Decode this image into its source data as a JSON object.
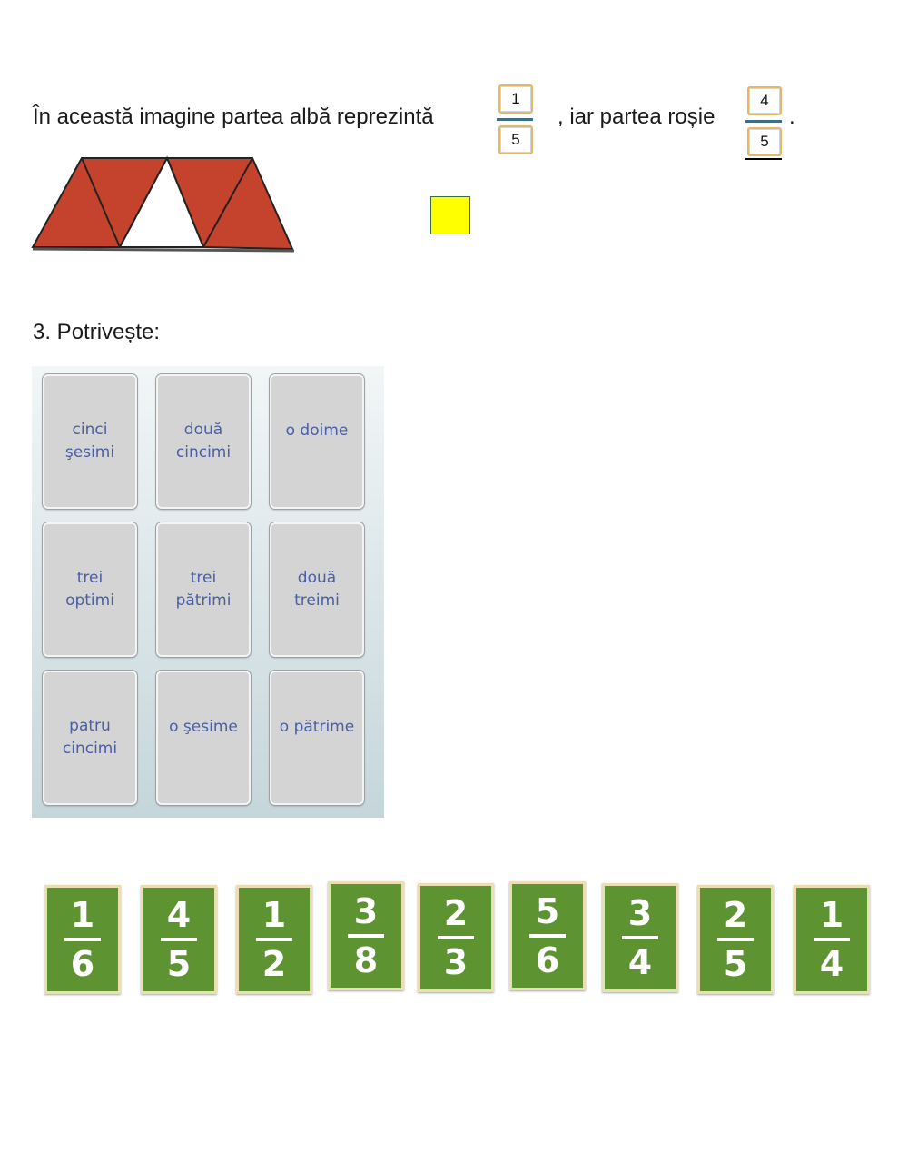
{
  "sentence": {
    "part1": "În această imagine partea albă reprezintă",
    "part2": ", iar partea roșie",
    "part3": "."
  },
  "fractions": {
    "white": {
      "numerator": "1",
      "denominator": "5"
    },
    "red": {
      "numerator": "4",
      "denominator": "5"
    }
  },
  "colors": {
    "red_triangle": "#c5432c",
    "tile_green": "#5e9331",
    "drop_box": "#ffff00",
    "card_text": "#4a5ea3"
  },
  "section_title": "3. Potrivește:",
  "cards": [
    {
      "line1": "cinci",
      "line2": "şesimi"
    },
    {
      "line1": "două",
      "line2": "cincimi"
    },
    {
      "line1": "o  doime",
      "line2": ""
    },
    {
      "line1": "trei",
      "line2": "optimi"
    },
    {
      "line1": "trei",
      "line2": "pătrimi"
    },
    {
      "line1": "două",
      "line2": "treimi"
    },
    {
      "line1": "patru",
      "line2": "cincimi"
    },
    {
      "line1": "o  şesime",
      "line2": ""
    },
    {
      "line1": "o  pătrime",
      "line2": ""
    }
  ],
  "tiles": [
    {
      "num": "1",
      "den": "6"
    },
    {
      "num": "4",
      "den": "5"
    },
    {
      "num": "1",
      "den": "2"
    },
    {
      "num": "3",
      "den": "8"
    },
    {
      "num": "2",
      "den": "3"
    },
    {
      "num": "5",
      "den": "6"
    },
    {
      "num": "3",
      "den": "4"
    },
    {
      "num": "2",
      "den": "5"
    },
    {
      "num": "1",
      "den": "4"
    }
  ]
}
